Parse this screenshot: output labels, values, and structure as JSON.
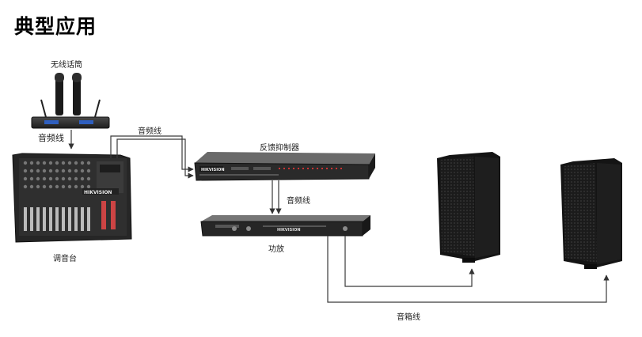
{
  "title": "典型应用",
  "devices": {
    "wireless_mic": "无线话筒",
    "mixer": "调音台",
    "feedback_suppressor": "反馈抑制器",
    "amplifier": "功放"
  },
  "brand": "HIKVISION",
  "cables": {
    "mic_to_mixer": "音频线",
    "mixer_to_suppressor": "音频线",
    "suppressor_to_amp": "音频线",
    "amp_to_speakers": "音箱线"
  },
  "colors": {
    "device_dark": "#2a2a2a",
    "line": "#3a3a3a",
    "background": "#ffffff"
  }
}
